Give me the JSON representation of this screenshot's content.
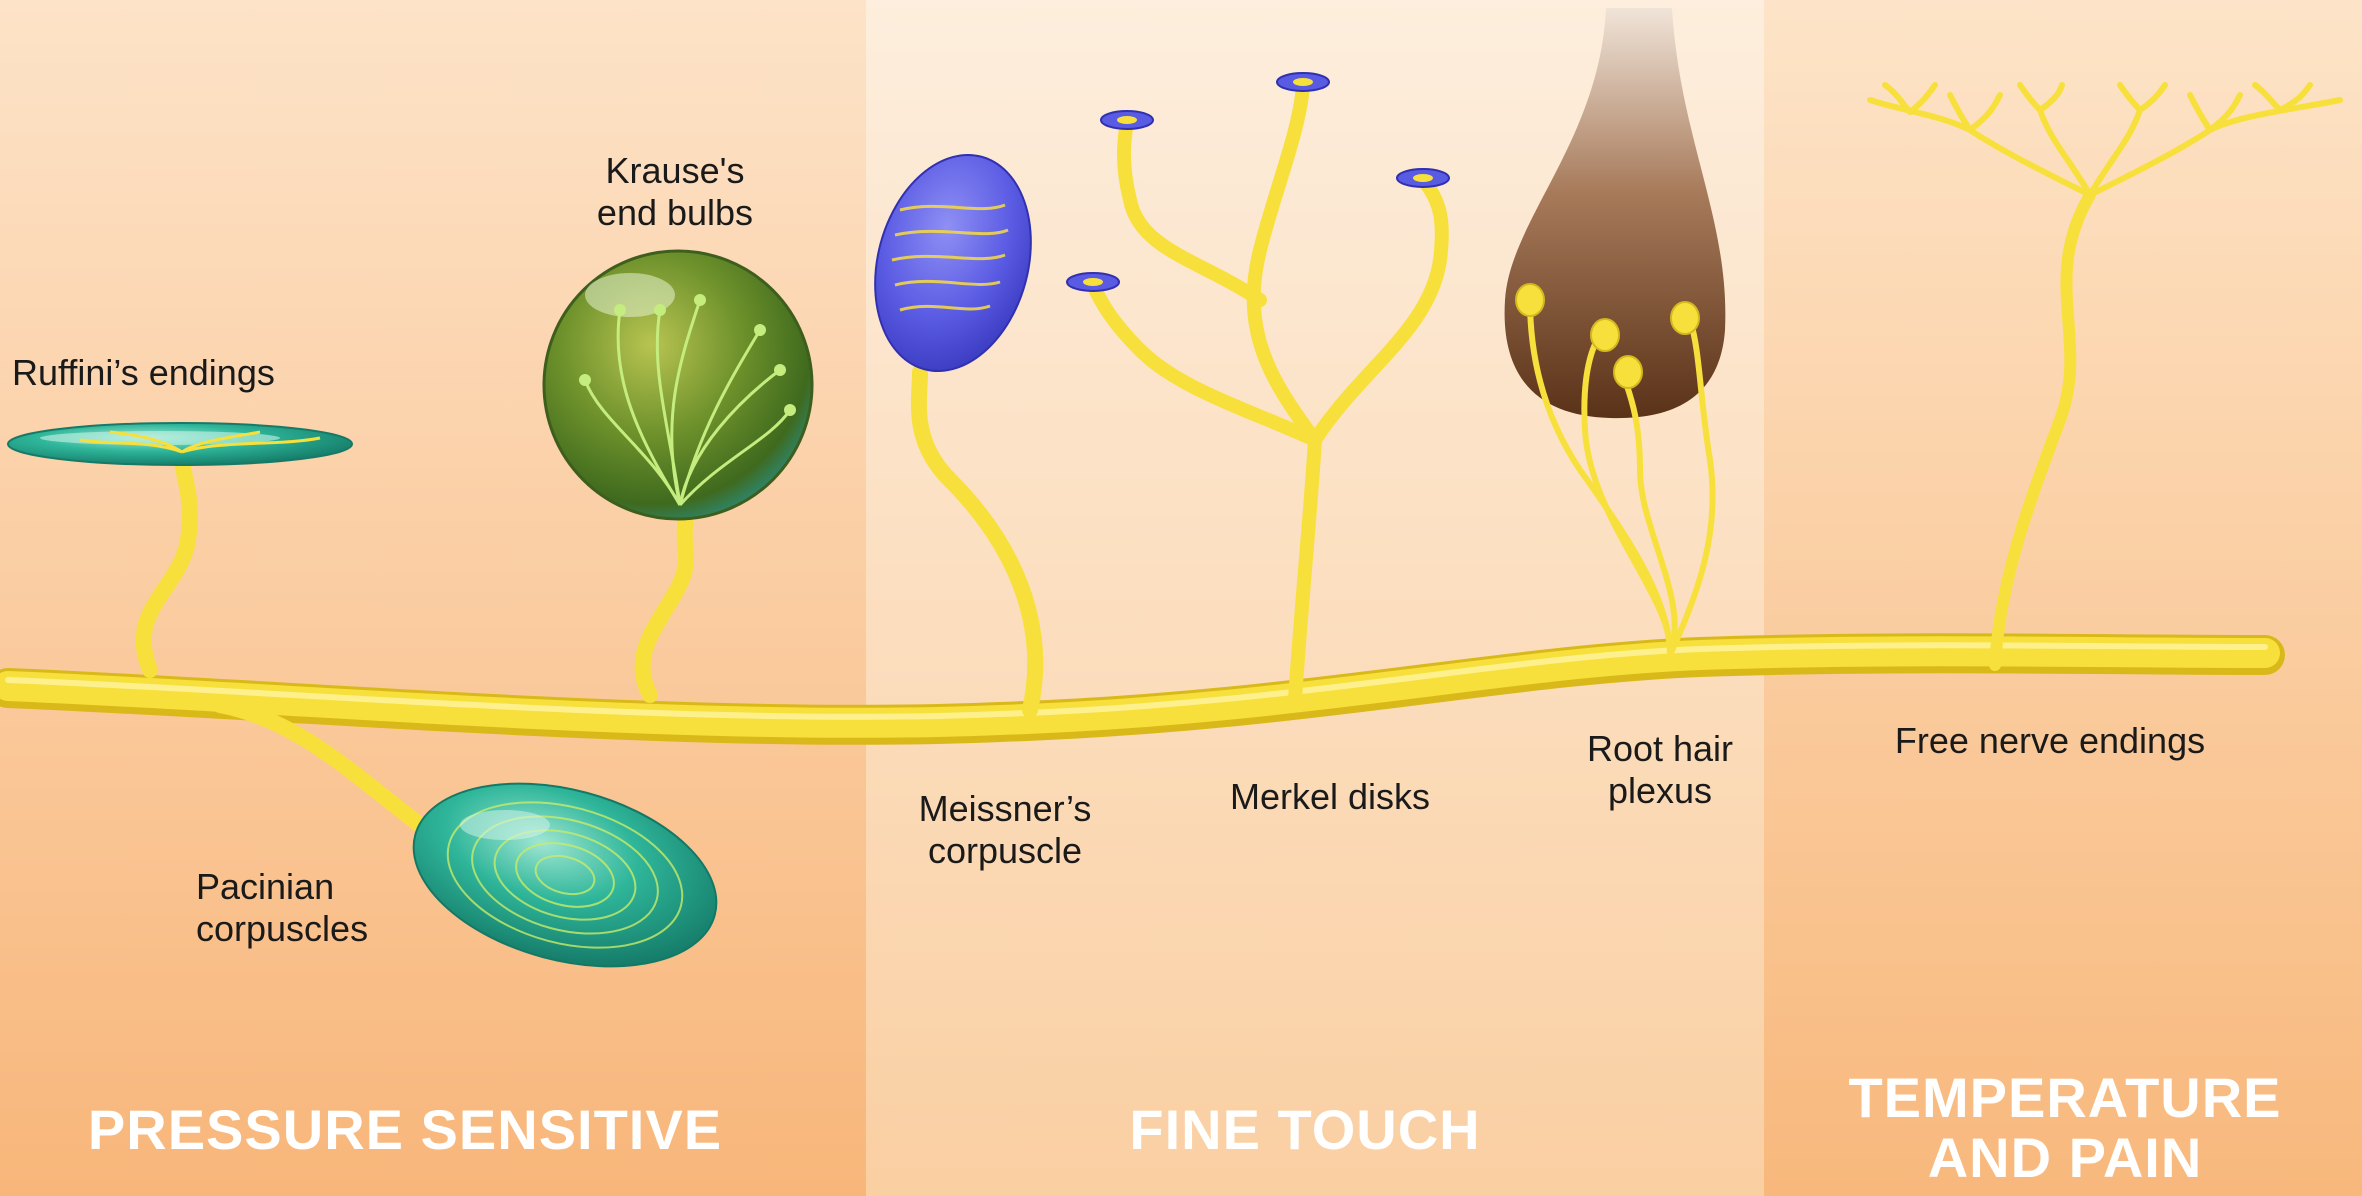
{
  "sections": {
    "pressure": "PRESSURE SENSITIVE",
    "touch": "FINE TOUCH",
    "temperature": "TEMPERATURE\nAND PAIN"
  },
  "labels": {
    "ruffini": "Ruffini’s endings",
    "krause": "Krause's\nend bulbs",
    "pacinian": "Pacinian\ncorpuscles",
    "meissner": "Meissner’s\ncorpuscle",
    "merkel": "Merkel disks",
    "root_hair": "Root hair\nplexus",
    "free_nerve": "Free nerve endings"
  },
  "colors": {
    "nerve": "#f7e03c",
    "receptor_teal": "#2fb69a",
    "receptor_blue": "#5a5be3",
    "hair": "#7a4a2a",
    "krause_green": "#6b8f2a"
  }
}
